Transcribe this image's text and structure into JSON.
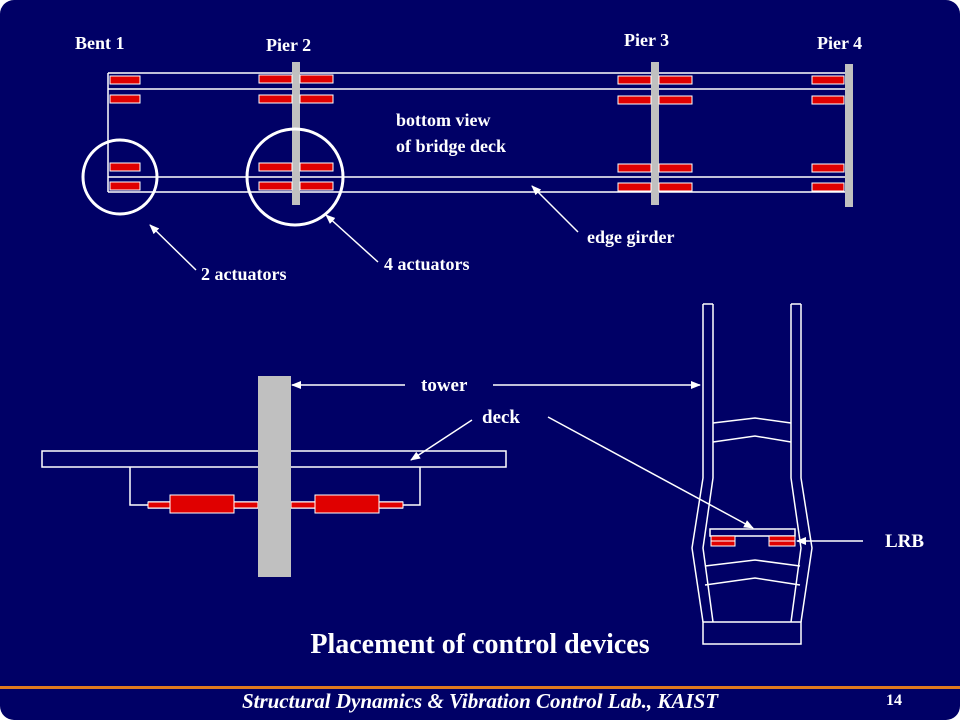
{
  "labels": {
    "bent1": "Bent 1",
    "pier2": "Pier 2",
    "pier3": "Pier 3",
    "pier4": "Pier 4",
    "bottom_view_line1": "bottom view",
    "bottom_view_line2": "of bridge deck",
    "edge_girder": "edge girder",
    "two_actuators": "2 actuators",
    "four_actuators": "4 actuators",
    "tower": "tower",
    "deck": "deck",
    "lrb": "LRB"
  },
  "title": "Placement of control devices",
  "footer": {
    "lab": "Structural Dynamics & Vibration Control Lab., KAIST",
    "page": "14"
  },
  "colors": {
    "background": "#000066",
    "line": "#ffffff",
    "actuator": "#e00000",
    "pier": "#c0c0c0",
    "footer_rule": "#e07a1f"
  }
}
